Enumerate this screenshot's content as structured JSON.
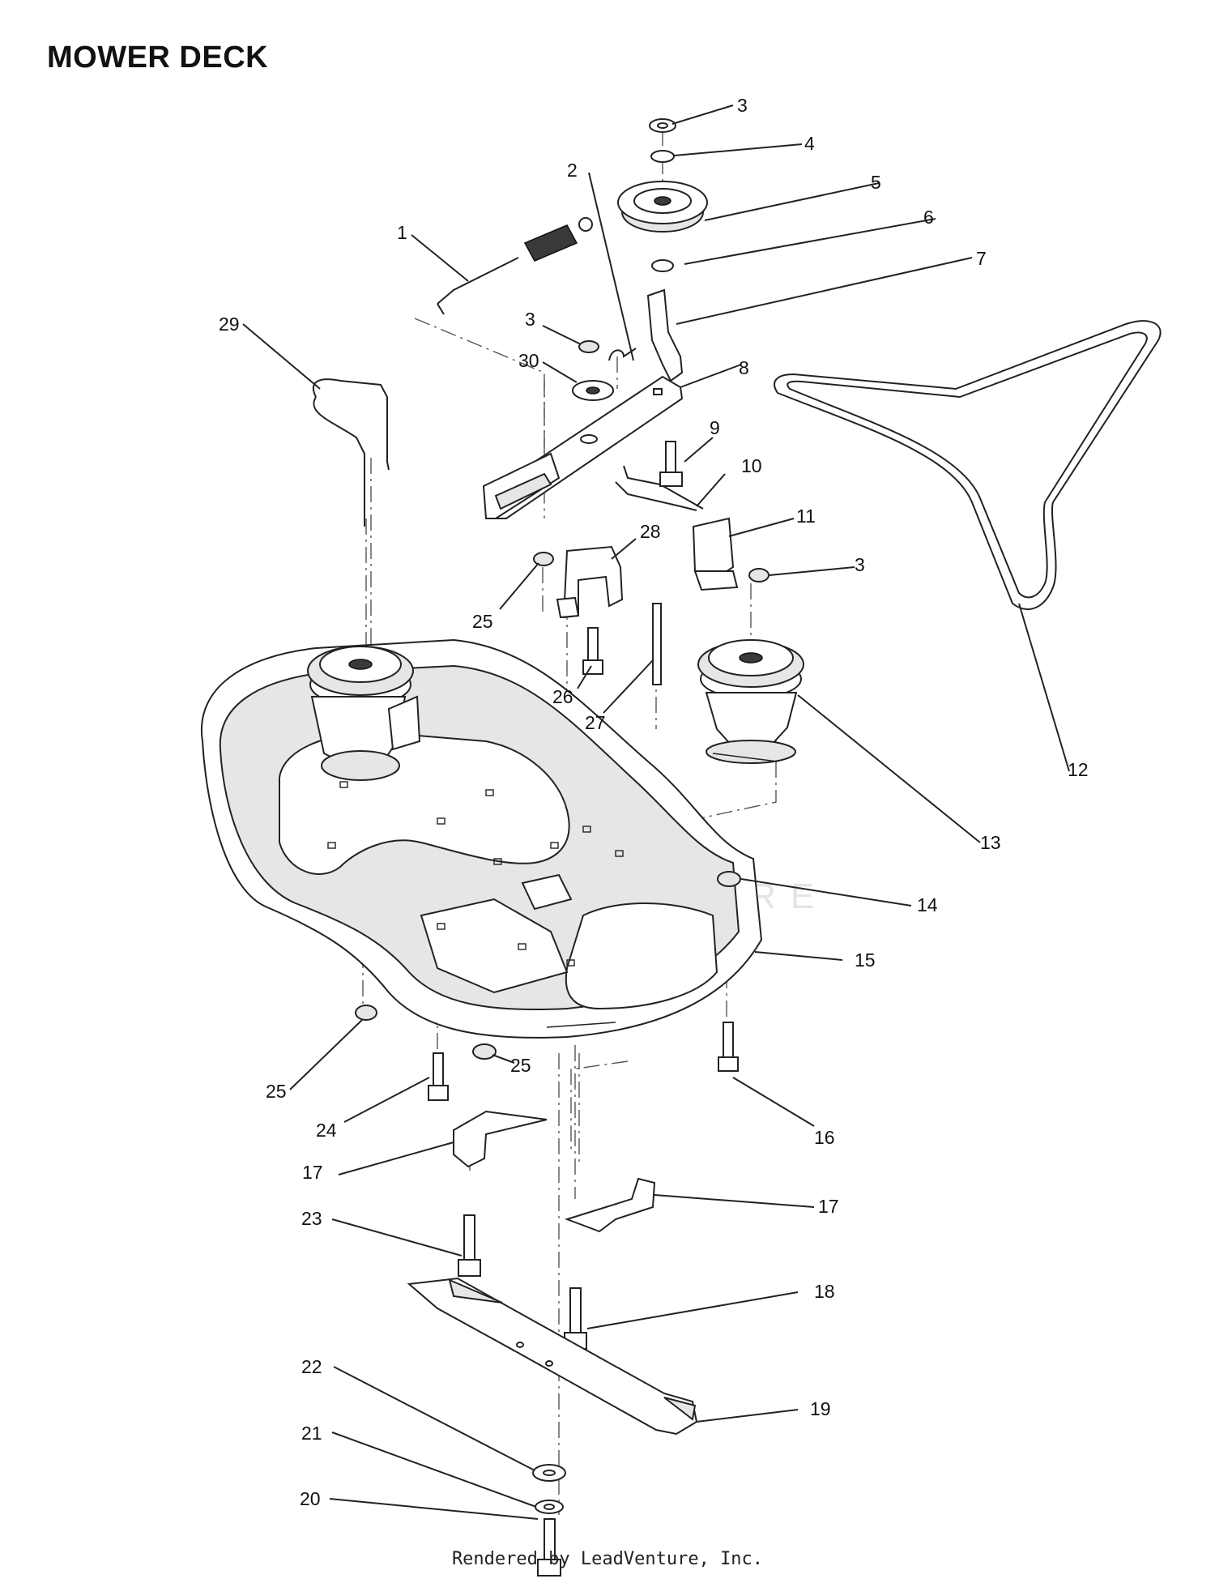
{
  "title": "MOWER DECK",
  "footer": "Rendered by LeadVenture, Inc.",
  "watermark": "LEADVENTURE",
  "callouts": [
    {
      "id": "c1",
      "label": "1"
    },
    {
      "id": "c2",
      "label": "2"
    },
    {
      "id": "c3a",
      "label": "3"
    },
    {
      "id": "c3b",
      "label": "3"
    },
    {
      "id": "c3c",
      "label": "3"
    },
    {
      "id": "c4",
      "label": "4"
    },
    {
      "id": "c5",
      "label": "5"
    },
    {
      "id": "c6",
      "label": "6"
    },
    {
      "id": "c7",
      "label": "7"
    },
    {
      "id": "c8",
      "label": "8"
    },
    {
      "id": "c9",
      "label": "9"
    },
    {
      "id": "c10",
      "label": "10"
    },
    {
      "id": "c11",
      "label": "11"
    },
    {
      "id": "c12",
      "label": "12"
    },
    {
      "id": "c13",
      "label": "13"
    },
    {
      "id": "c14",
      "label": "14"
    },
    {
      "id": "c15",
      "label": "15"
    },
    {
      "id": "c16",
      "label": "16"
    },
    {
      "id": "c17a",
      "label": "17"
    },
    {
      "id": "c17b",
      "label": "17"
    },
    {
      "id": "c18",
      "label": "18"
    },
    {
      "id": "c19",
      "label": "19"
    },
    {
      "id": "c20",
      "label": "20"
    },
    {
      "id": "c21",
      "label": "21"
    },
    {
      "id": "c22",
      "label": "22"
    },
    {
      "id": "c23",
      "label": "23"
    },
    {
      "id": "c24",
      "label": "24"
    },
    {
      "id": "c25a",
      "label": "25"
    },
    {
      "id": "c25b",
      "label": "25"
    },
    {
      "id": "c25c",
      "label": "25"
    },
    {
      "id": "c26",
      "label": "26"
    },
    {
      "id": "c27",
      "label": "27"
    },
    {
      "id": "c28",
      "label": "28"
    },
    {
      "id": "c29",
      "label": "29"
    },
    {
      "id": "c30",
      "label": "30"
    }
  ]
}
